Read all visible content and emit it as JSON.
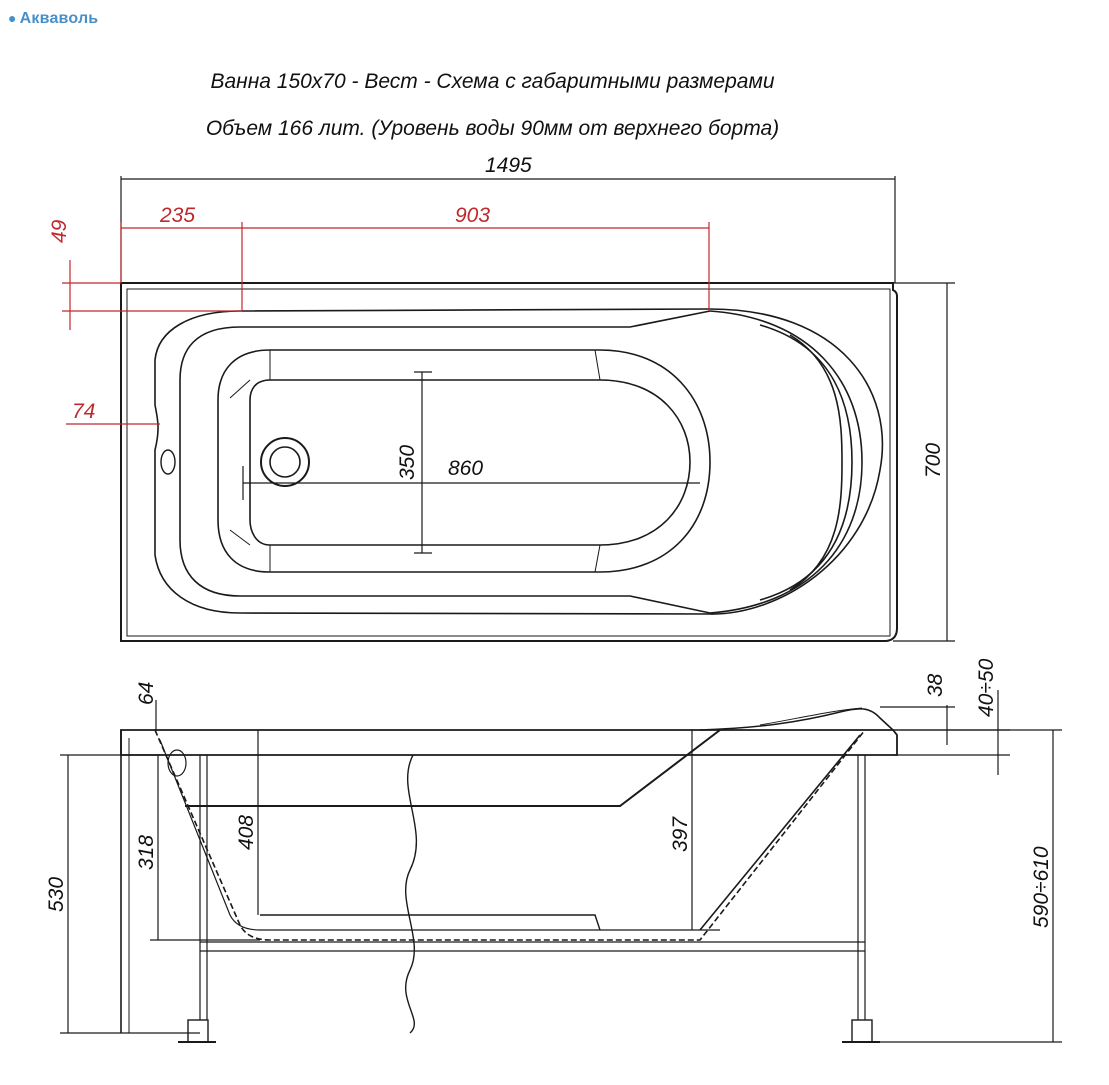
{
  "brand": {
    "name": "Акваволь"
  },
  "title": "Ванна 150х70 - Вест - Схема с габаритными размерами",
  "subtitle": "Объем 166 лит. (Уровень воды 90мм от верхнего борта)",
  "dimensions": {
    "length": "1495",
    "width": "700",
    "offset_left": "235",
    "inner_length_top": "903",
    "rim_offset": "49",
    "overflow_offset": "74",
    "inner_width": "350",
    "inner_length": "860",
    "corner_64": "64",
    "rim_38": "38",
    "headrest_height": "40÷50",
    "depth_318": "318",
    "depth_408": "408",
    "depth_397": "397",
    "height_530": "530",
    "total_height": "590÷610"
  },
  "colors": {
    "line": "#1a1a1a",
    "red": "#c0282d",
    "brand": "#4a90c8"
  }
}
